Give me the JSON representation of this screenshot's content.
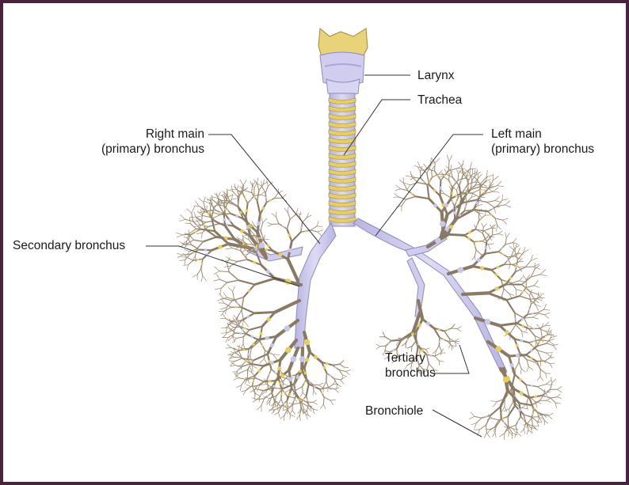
{
  "labels": {
    "larynx": "Larynx",
    "trachea": "Trachea",
    "right_main_line1": "Right main",
    "right_main_line2": "(primary) bronchus",
    "left_main_line1": "Left main",
    "left_main_line2": "(primary) bronchus",
    "secondary": "Secondary bronchus",
    "tertiary_line1": "Tertiary",
    "tertiary_line2": "bronchus",
    "bronchiole": "Bronchiole"
  },
  "colors": {
    "frame": "#4a2240",
    "cartilage": "#e6d06a",
    "tissue": "#c8c6ea",
    "branch": "#8b7755",
    "line": "#333333"
  }
}
